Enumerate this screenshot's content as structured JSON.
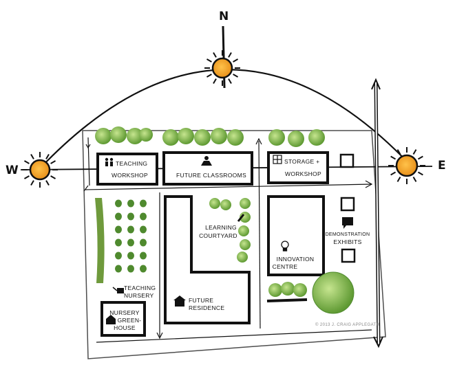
{
  "compass": {
    "north": "N",
    "west": "W",
    "east": "E"
  },
  "labels": {
    "teaching_workshop_1": "TEACHING",
    "teaching_workshop_2": "WORKSHOP",
    "future_classrooms": "FUTURE CLASSROOMS",
    "storage_1": "STORAGE +",
    "storage_2": "WORKSHOP",
    "learning_courtyard_1": "LEARNING",
    "learning_courtyard_2": "COURTYARD",
    "innovation_1": "INNOVATION",
    "innovation_2": "CENTRE",
    "demonstration_1": "DEMONSTRATION",
    "demonstration_2": "EXHIBITS",
    "teaching_nursery_1": "TEACHING",
    "teaching_nursery_2": "NURSERY",
    "nursery_greenhouse_1": "NURSERY",
    "nursery_greenhouse_2": "GREEN-",
    "nursery_greenhouse_3": "HOUSE",
    "future_residence_1": "FUTURE",
    "future_residence_2": "RESIDENCE"
  },
  "copyright": "© 2013 J. CRAIG APPLEGATH",
  "colors": {
    "ink": "#111111",
    "sun": "#f5a623",
    "tree_light": "#a9d66b",
    "tree_dark": "#4f8a2e",
    "shrub": "#6f9a3c"
  },
  "icons": [
    "people-icon",
    "teacher-icon",
    "shelves-icon",
    "pencil-icon",
    "lightbulb-icon",
    "speech-bubble-icon",
    "watering-can-icon",
    "house-icon",
    "residence-icon",
    "sun-icon",
    "arrow-icon"
  ]
}
